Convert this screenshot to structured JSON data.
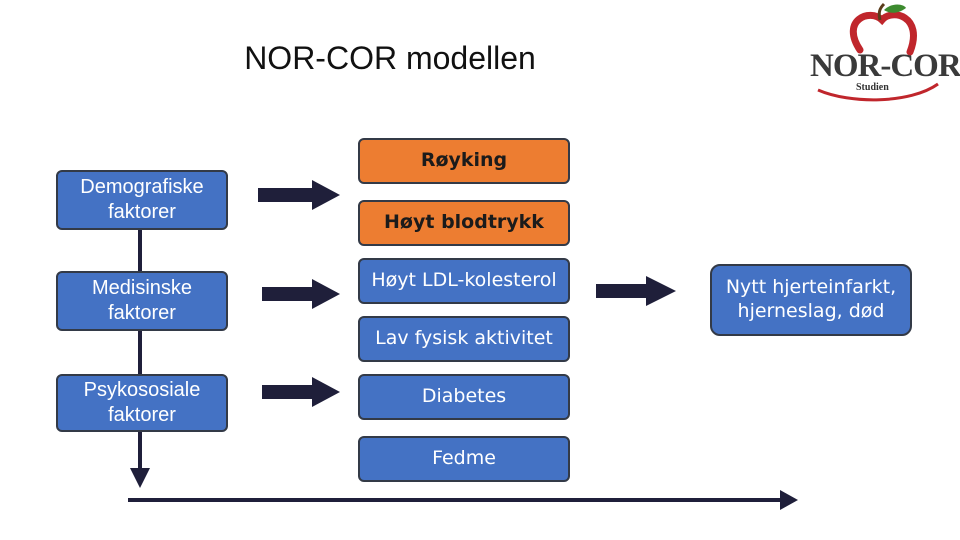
{
  "title": "NOR-COR modellen",
  "logo": {
    "text": "NOR-COR",
    "subtext": "Studien"
  },
  "left_factors": [
    "Demografiske faktorer",
    "Medisinske faktorer",
    "Psykososiale faktorer"
  ],
  "risk_factors": [
    "Røyking",
    "Høyt blodtrykk",
    "Høyt LDL-kolesterol",
    "Lav fysisk aktivitet",
    "Diabetes",
    "Fedme"
  ],
  "outcome": "Nytt hjerteinfarkt, hjerneslag, død",
  "colors": {
    "box_blue": "#4472c4",
    "box_orange": "#ed7d31",
    "box_border": "#333a47",
    "arrow": "#1f1f3a",
    "logo_apple": "#c0262c",
    "logo_leaf": "#3d8b2f"
  }
}
